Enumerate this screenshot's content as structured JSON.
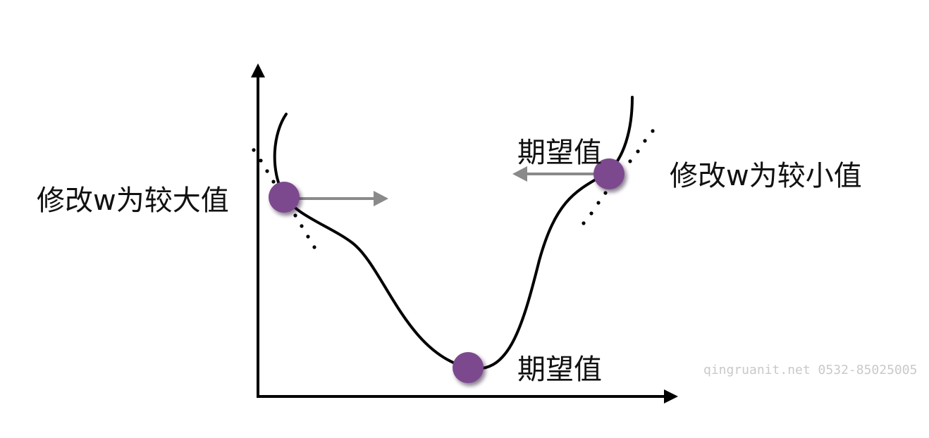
{
  "labels": {
    "left_action": "修改w为较大值",
    "right_action": "修改w为较小值",
    "expected_top": "期望值",
    "expected_bottom": "期望值"
  },
  "watermark": "qingruanit.net 0532-85025005",
  "colors": {
    "ball": "#7b4a8f",
    "ball_shadow": "#3c1f4a",
    "curve": "#000000",
    "arrow": "#8a8a8a",
    "axis": "#000000",
    "watermark": "#c9c9c9"
  }
}
